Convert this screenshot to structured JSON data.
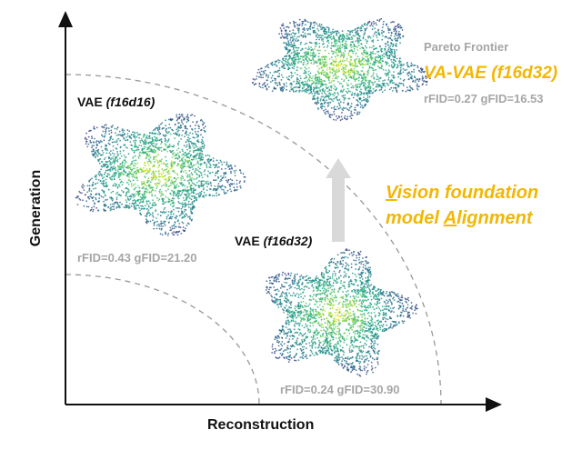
{
  "axes": {
    "x_label": "Reconstruction",
    "y_label": "Generation"
  },
  "frontier_label": "Pareto Frontier",
  "models": [
    {
      "name": "VA-VAE",
      "config": "(f16d32)",
      "metrics": "rFID=0.27  gFID=16.53"
    },
    {
      "name": "VAE",
      "config": "(f16d16)",
      "metrics": "rFID=0.43  gFID=21.20"
    },
    {
      "name": "VAE",
      "config": "(f16d32)",
      "metrics": "rFID=0.24  gFID=30.90"
    }
  ],
  "alignment": {
    "line1_first": "V",
    "line1_rest": "ision foundation",
    "line2_start": "model ",
    "line2_A": "A",
    "line2_rest": "lignment"
  },
  "colors": {
    "accent": "#f2b705",
    "metric_gray": "#a6a6a6",
    "arrow_gray": "#d9d9d9"
  }
}
